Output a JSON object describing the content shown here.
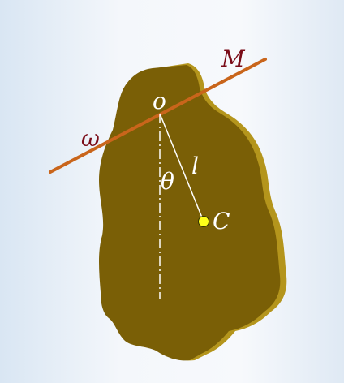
{
  "diagram": {
    "labels": {
      "pivot": "o",
      "moment": "M",
      "angular_velocity": "ω",
      "length": "l",
      "angle": "θ",
      "center_of_mass": "C"
    },
    "colors": {
      "background": "#eef3f9",
      "body_fill": "#7a5f06",
      "body_shadow": "#b4951c",
      "axle": "#c9651b",
      "label_dark_red": "#7a0c18",
      "label_white": "#ffffff",
      "center_point": "#ffff19"
    }
  }
}
